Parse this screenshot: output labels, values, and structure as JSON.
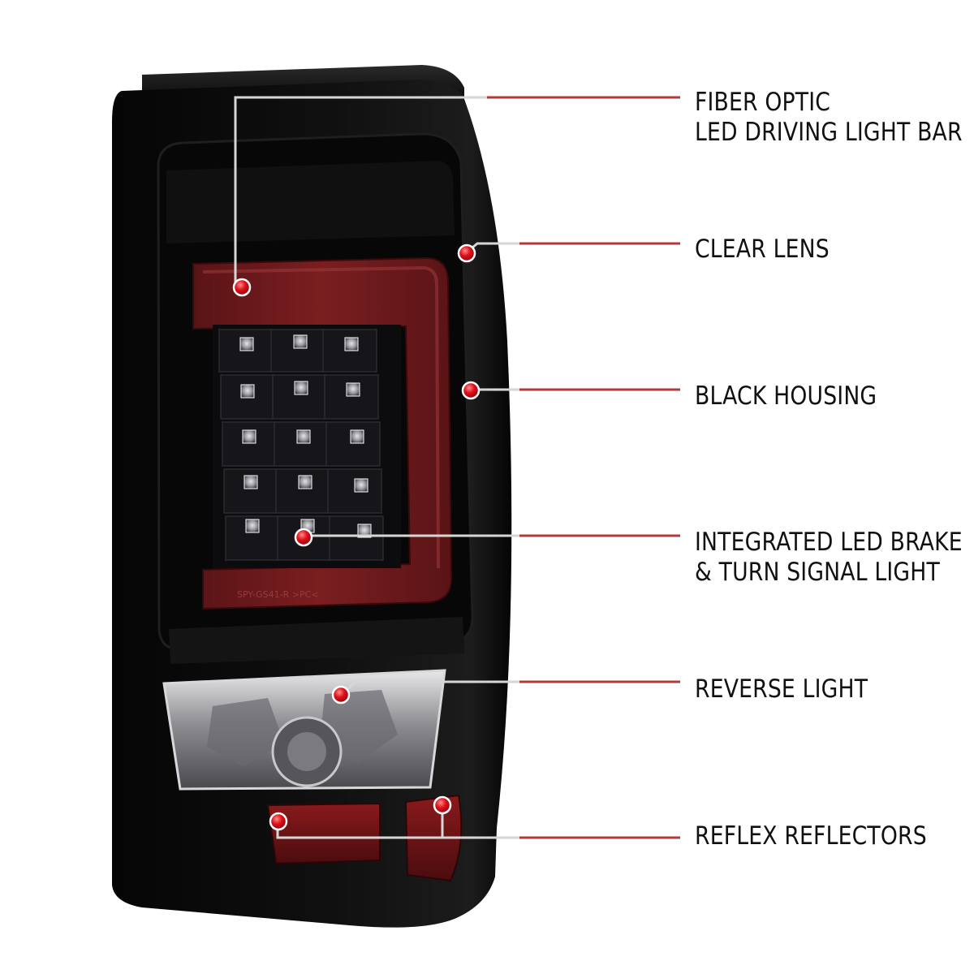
{
  "title": "",
  "colors": {
    "leader_line": "#b23a3a",
    "callout_dot": "#e0101c",
    "housing": "#0a0a0a",
    "light_bar": "#6e1a1c"
  },
  "callouts": [
    {
      "id": "fiber-optic",
      "lines": [
        "FIBER OPTIC",
        "LED DRIVING LIGHT BAR"
      ]
    },
    {
      "id": "clear-lens",
      "lines": [
        "CLEAR LENS"
      ]
    },
    {
      "id": "black-housing",
      "lines": [
        "BLACK HOUSING"
      ]
    },
    {
      "id": "integrated-led",
      "lines": [
        "INTEGRATED LED BRAKE",
        "& TURN SIGNAL LIGHT"
      ]
    },
    {
      "id": "reverse-light",
      "lines": [
        "REVERSE LIGHT"
      ]
    },
    {
      "id": "reflex-reflectors",
      "lines": [
        "REFLEX REFLECTORS"
      ]
    }
  ],
  "lens_marking": "SPY-GS41-R  >PC<"
}
